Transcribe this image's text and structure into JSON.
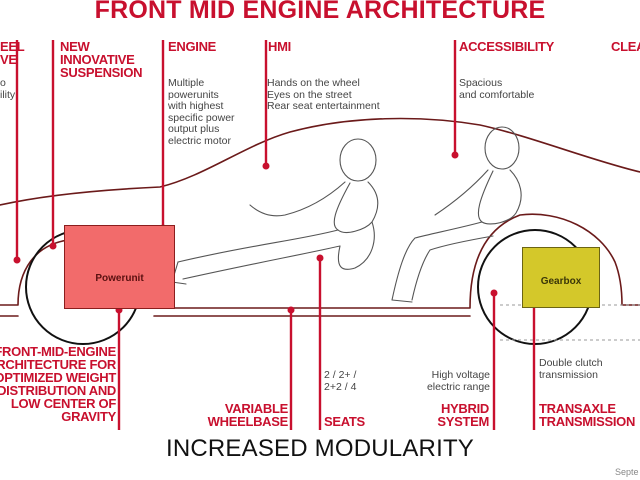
{
  "title": "FRONT MID ENGINE ARCHITECTURE",
  "subtitle": "INCREASED MODULARITY",
  "footer": "Septe",
  "colors": {
    "accent": "#c8102e",
    "powerunit": "#f26b6b",
    "gearbox": "#d4c82a"
  },
  "top_items": [
    {
      "id": "wheel",
      "header": "EEL\nVE",
      "desc": "o\nility"
    },
    {
      "id": "suspension",
      "header": "NEW\nINNOVATIVE\nSUSPENSION",
      "desc": ""
    },
    {
      "id": "engine",
      "header": "ENGINE",
      "desc": "Multiple\npowerunits\nwith highest\nspecific power\noutput plus\nelectric motor"
    },
    {
      "id": "hmi",
      "header": "HMI",
      "desc": "Hands on the wheel\nEyes on the street\nRear seat entertainment"
    },
    {
      "id": "accessibility",
      "header": "ACCESSIBILITY",
      "desc": "Spacious\nand comfortable"
    },
    {
      "id": "clearance",
      "header": "CLEA",
      "desc": ""
    }
  ],
  "bottom_items": [
    {
      "id": "front-mid-engine",
      "header": "FRONT-MID-ENGINE\nARCHITECTURE FOR\nOPTIMIZED WEIGHT\nDISTRIBUTION AND\nLOW CENTER OF\nGRAVITY",
      "desc": ""
    },
    {
      "id": "wheelbase",
      "header": "VARIABLE\nWHEELBASE",
      "desc": ""
    },
    {
      "id": "seats",
      "header": "SEATS",
      "desc": "2 / 2+ /\n2+2 / 4"
    },
    {
      "id": "hybrid",
      "header": "HYBRID\nSYSTEM",
      "desc": "High voltage\nelectric range"
    },
    {
      "id": "transaxle",
      "header": "TRANSAXLE\nTRANSMISSION",
      "desc": "Double clutch\ntransmission"
    }
  ],
  "components": {
    "powerunit": "Powerunit",
    "gearbox": "Gearbox"
  }
}
